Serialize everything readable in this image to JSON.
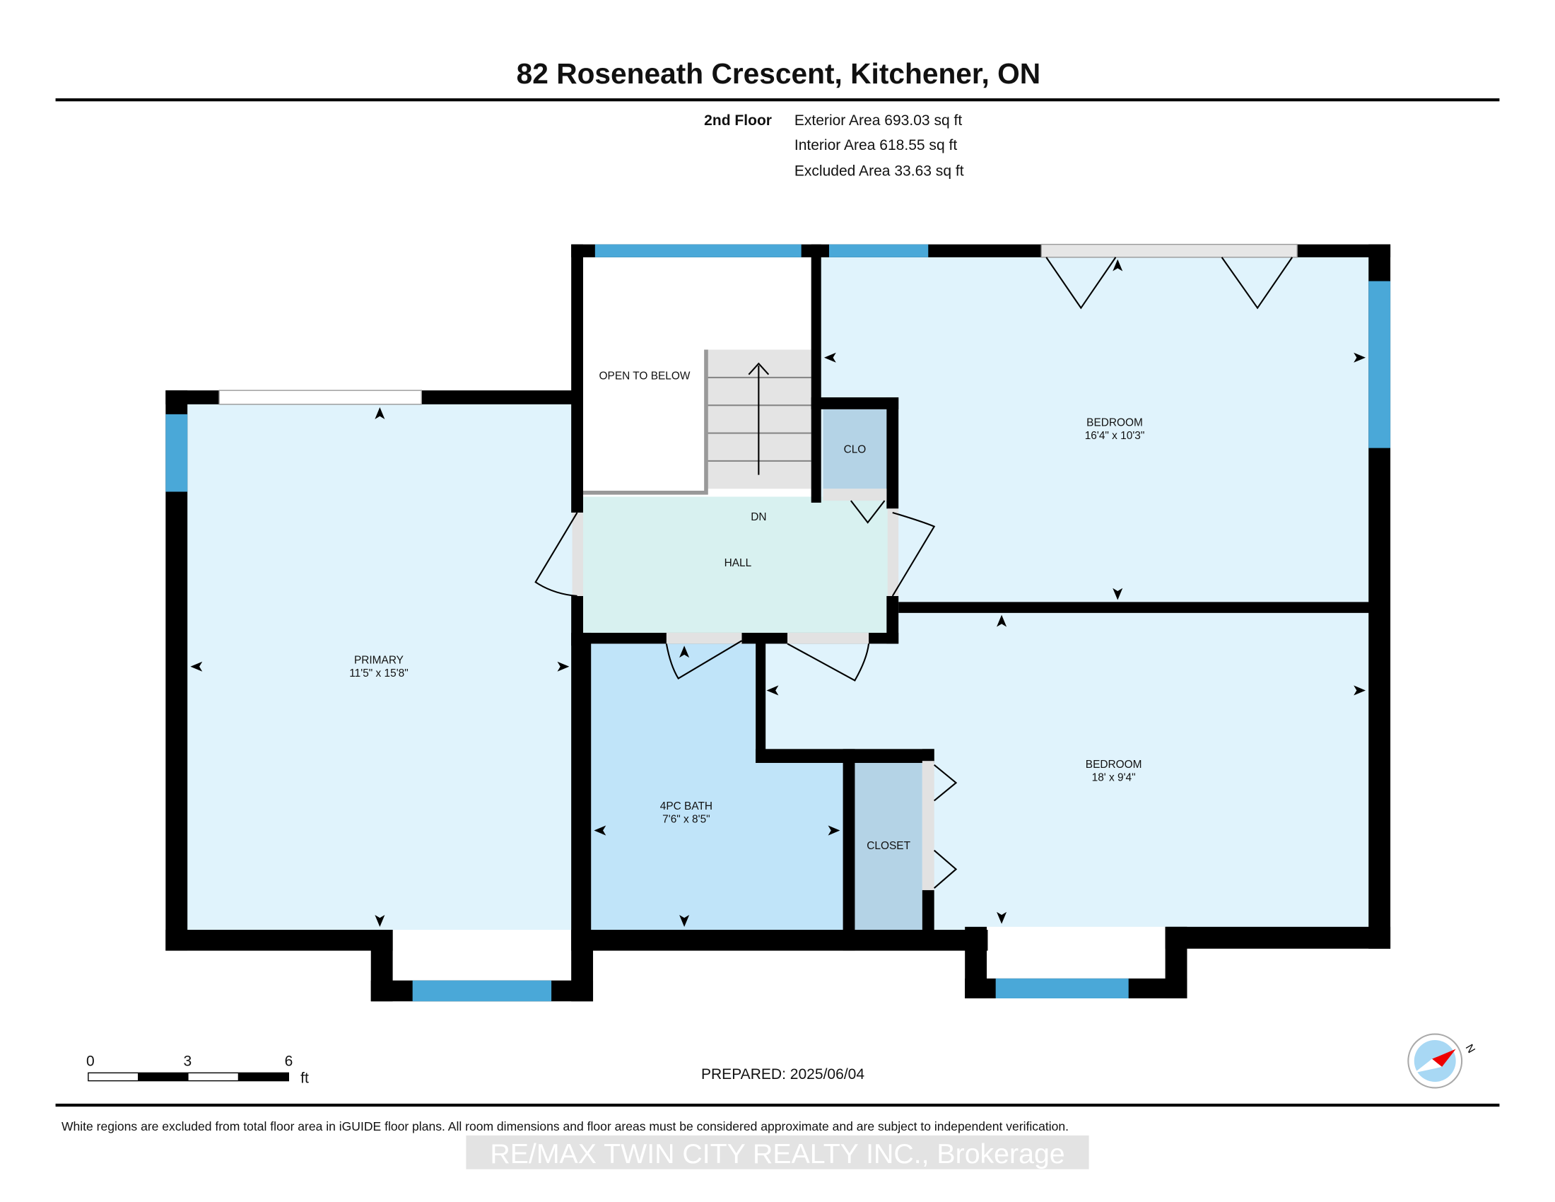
{
  "header": {
    "title": "82 Roseneath Crescent, Kitchener, ON",
    "floor": "2nd Floor",
    "exterior_area": "Exterior Area 693.03 sq ft",
    "interior_area": "Interior Area 618.55 sq ft",
    "excluded_area": "Excluded Area 33.63 sq ft"
  },
  "rooms": {
    "primary": {
      "name": "PRIMARY",
      "dims": "11'5\" x 15'8\""
    },
    "bedroom_top": {
      "name": "BEDROOM",
      "dims": "16'4\" x 10'3\""
    },
    "bedroom_bottom": {
      "name": "BEDROOM",
      "dims": "18' x 9'4\""
    },
    "bath": {
      "name": "4PC BATH",
      "dims": "7'6\" x 8'5\""
    },
    "hall": {
      "name": "HALL"
    },
    "open_to_below": {
      "name": "OPEN TO BELOW"
    },
    "clo": {
      "name": "CLO"
    },
    "closet": {
      "name": "CLOSET"
    },
    "stairs": {
      "direction": "DN"
    }
  },
  "scale": {
    "ticks": [
      "0",
      "3",
      "6"
    ],
    "unit": "ft"
  },
  "prepared": "PREPARED: 2025/06/04",
  "compass": {
    "label": "N"
  },
  "disclaimer": "White regions are excluded from total floor area in iGUIDE floor plans. All room dimensions and floor areas must be considered approximate and are subject to independent verification.",
  "watermark": "RE/MAX TWIN CITY REALTY INC., Brokerage",
  "colors": {
    "room": "#e0f3fc",
    "hall": "#d8f1f0",
    "bath": "#c0e4f9",
    "closet": "#b4d3e6",
    "window": "#4aa8d8",
    "wall": "#000000"
  }
}
